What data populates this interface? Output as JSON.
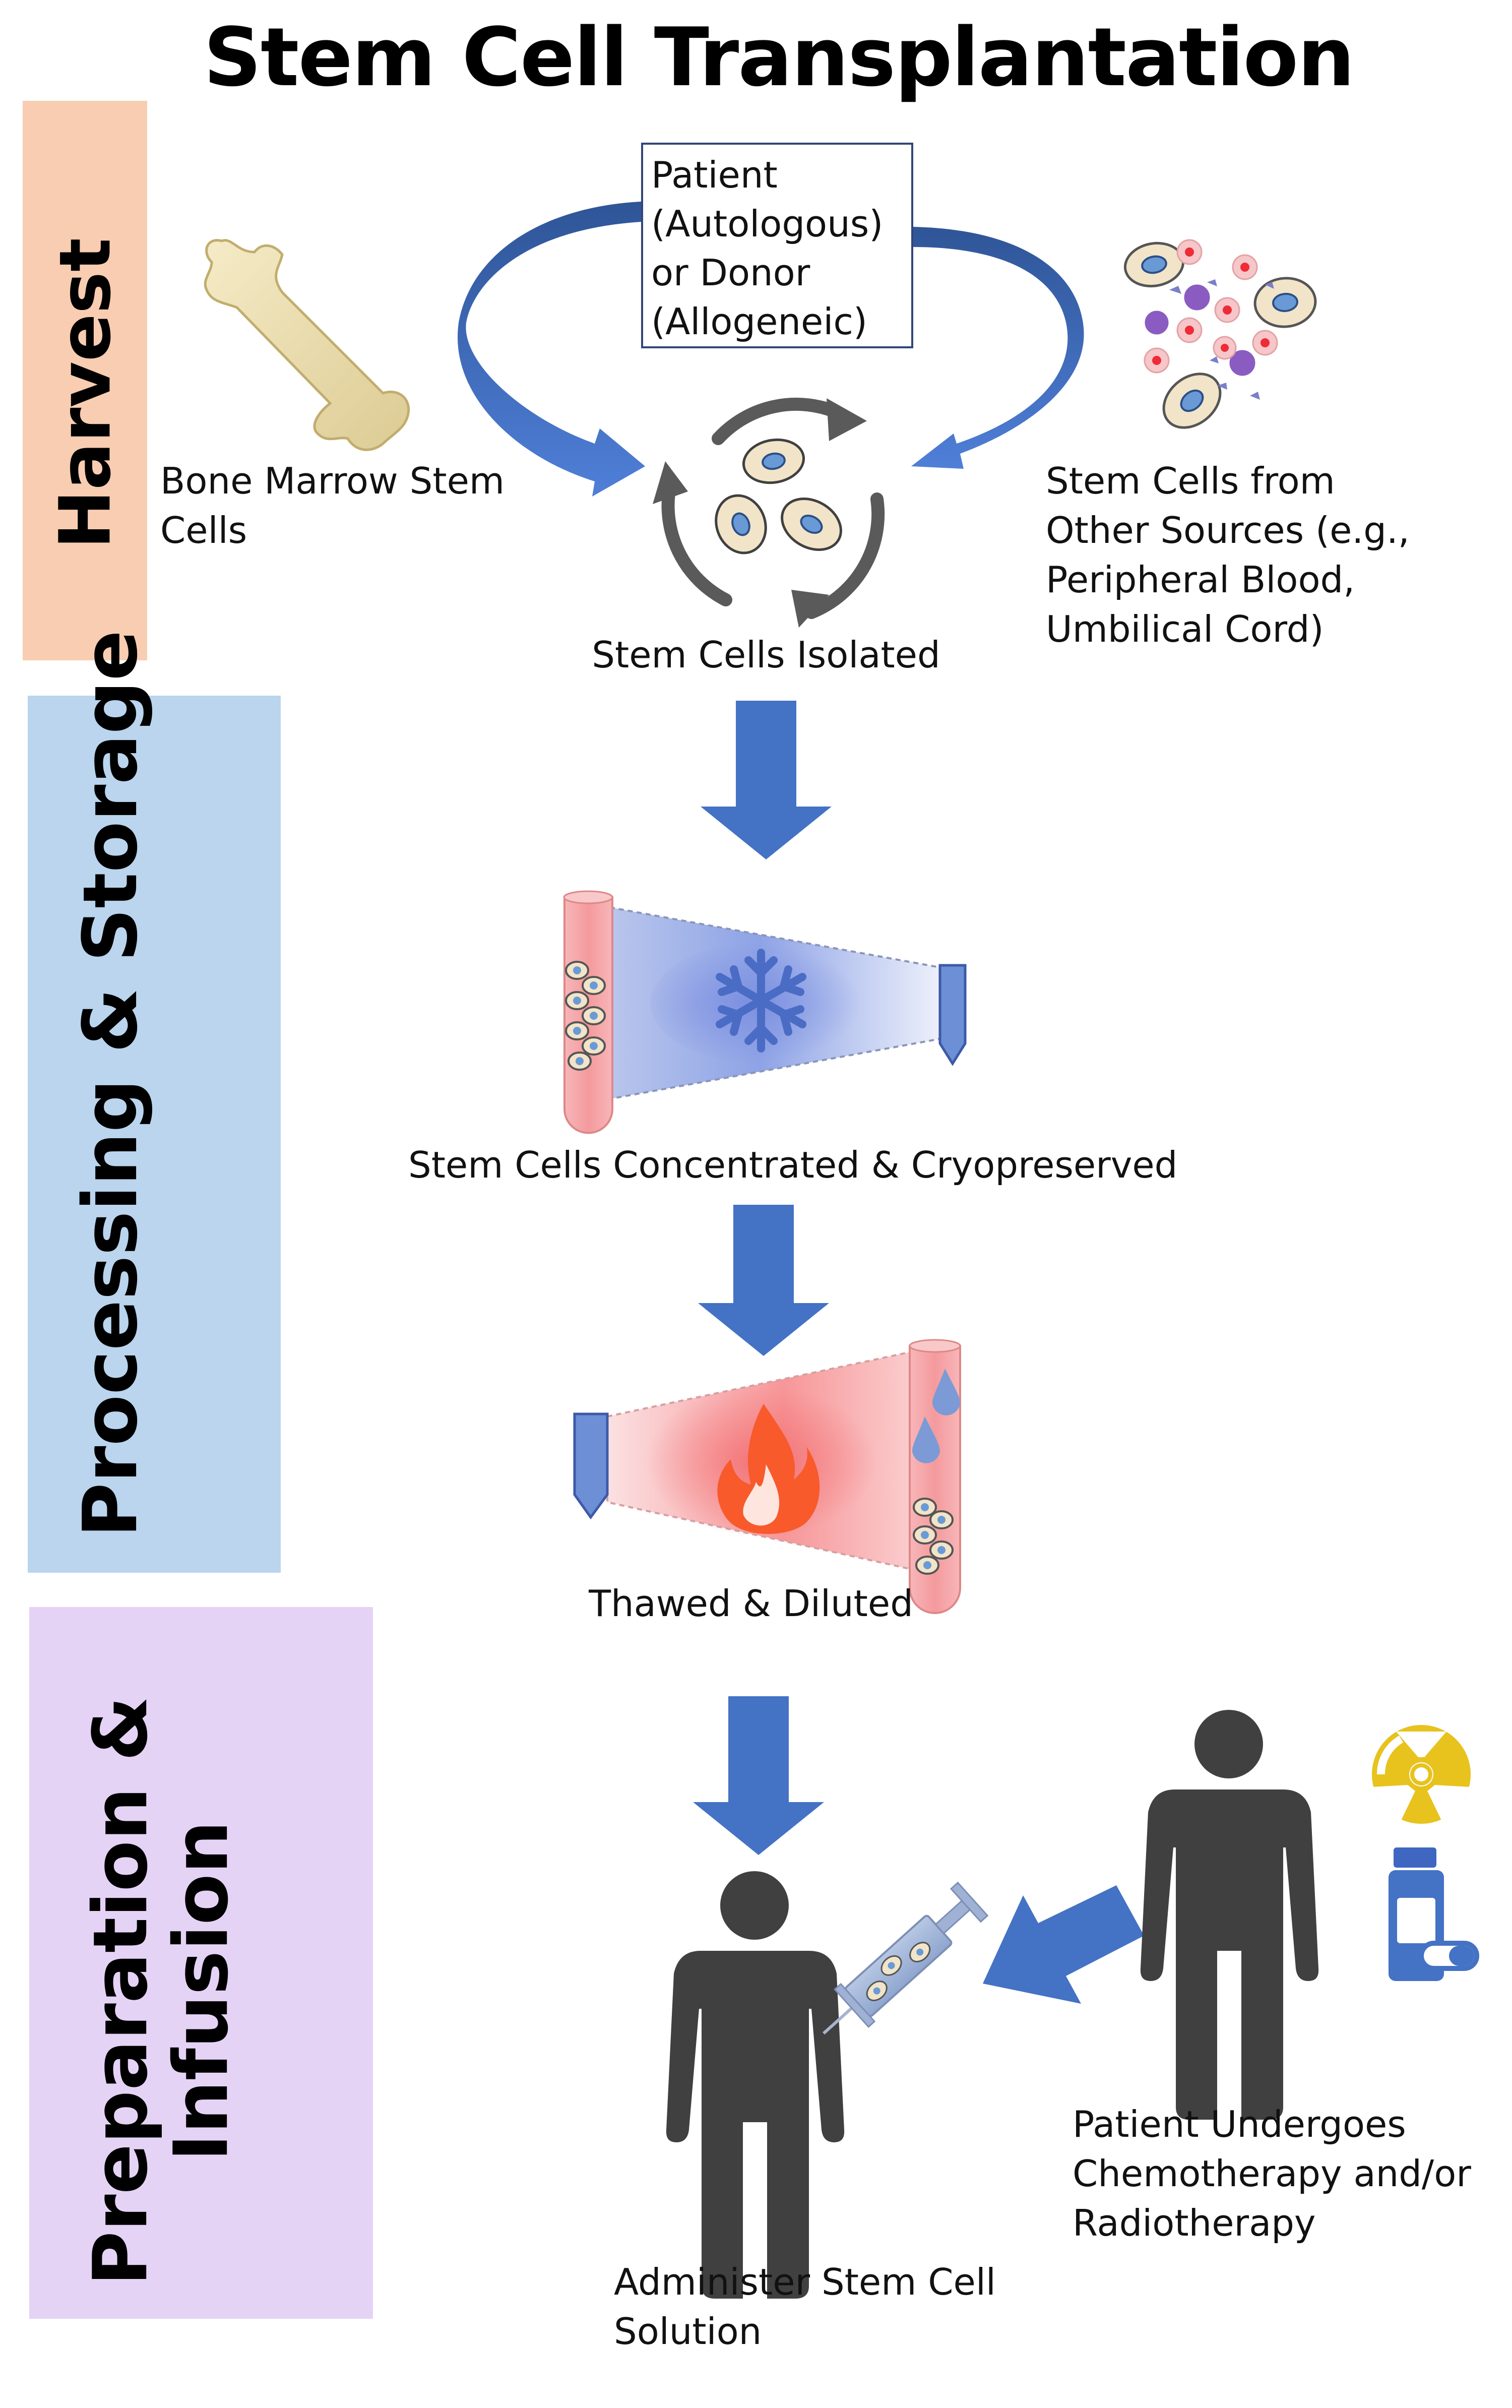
{
  "title": "Stem Cell Transplantation",
  "phases": [
    {
      "label": "Harvest",
      "color": "#f8cdb1"
    },
    {
      "label": "Processing & Storage",
      "color": "#bad5ed"
    },
    {
      "label_lines": [
        "Preparation &",
        "Infusion"
      ],
      "color": "#e5d3f6"
    }
  ],
  "source_box": {
    "lines": [
      "Patient",
      "(Autologous)",
      "or Donor",
      "(Allogeneic)"
    ]
  },
  "labels": {
    "bone_marrow": [
      "Bone Marrow Stem",
      "Cells"
    ],
    "other_sources": [
      "Stem Cells from",
      "Other Sources (e.g.,",
      "Peripheral Blood,",
      "Umbilical Cord)"
    ],
    "isolated": "Stem Cells Isolated",
    "cryopreserved": "Stem Cells Concentrated & Cryopreserved",
    "thawed": "Thawed & Diluted",
    "chemo": [
      "Patient Undergoes",
      "Chemotherapy and/or",
      "Radiotherapy"
    ],
    "administer": [
      "Administer Stem Cell",
      "Solution"
    ]
  },
  "icons": [
    "bone-icon",
    "blood-cells-icon",
    "cycle-arrows-icon",
    "snowflake-icon",
    "flame-icon",
    "water-drops-icon",
    "test-tube-icon",
    "person-icon",
    "syringe-icon",
    "radiation-icon",
    "pill-bottle-icon"
  ],
  "colors": {
    "arrow": "#4472c4",
    "person": "#404040",
    "tube": "#f4a6a8"
  }
}
